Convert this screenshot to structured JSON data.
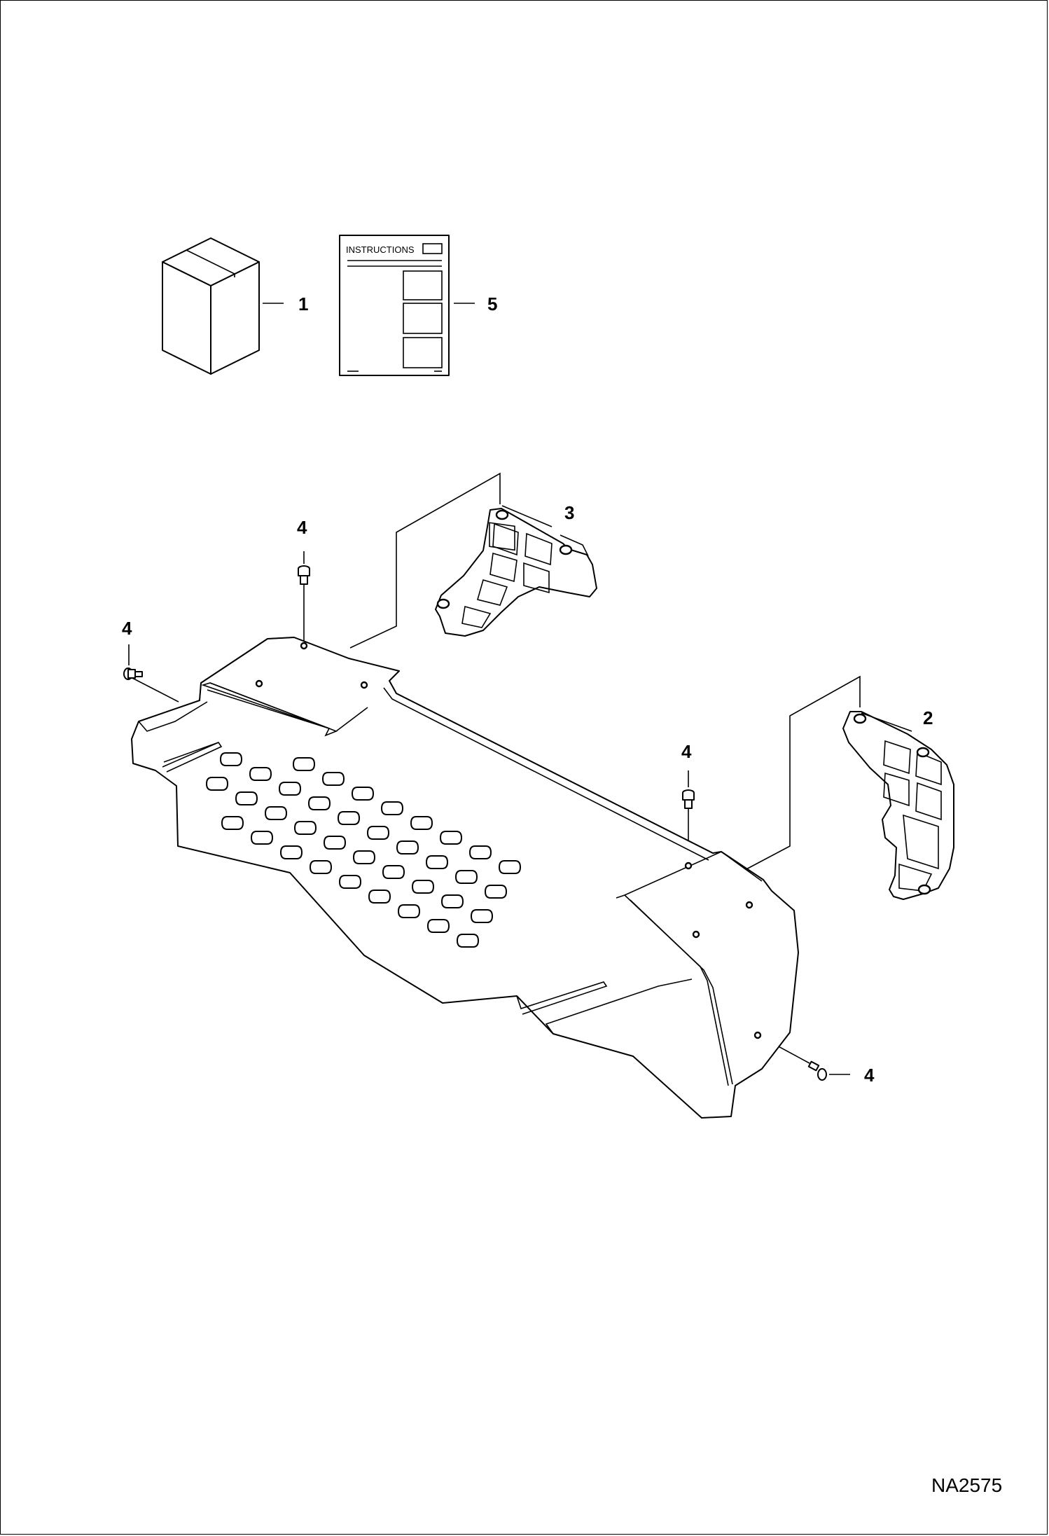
{
  "drawing": {
    "id": "NA2575",
    "instructions_text": "INSTRUCTIONS",
    "callouts": {
      "kit_box": "1",
      "right_bracket": "2",
      "left_bracket": "3",
      "bolt_top_left": "4",
      "bolt_left": "4",
      "bolt_top_right": "4",
      "bolt_bottom_right": "4",
      "instructions_manual": "5"
    }
  }
}
